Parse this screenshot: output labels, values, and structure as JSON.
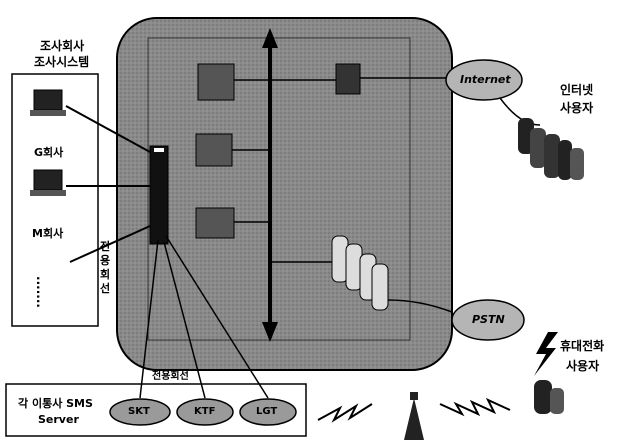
{
  "labels": {
    "survey_company_line1": "조사회사",
    "survey_company_line2": "조사시스템",
    "g_company": "G회사",
    "m_company": "M회사",
    "ellipsis": "·······",
    "dedicated_line_vertical": "전용회선",
    "dedicated_line_bottom": "전용회선",
    "internet_cloud": "Internet",
    "internet_users_line1": "인터넷",
    "internet_users_line2": "사용자",
    "pstn_cloud": "PSTN",
    "mobile_users_line1": "휴대전화",
    "mobile_users_line2": "사용자",
    "sms_server_line1": "각 이통사 SMS",
    "sms_server_line2": "Server",
    "carrier_skt": "SKT",
    "carrier_ktf": "KTF",
    "carrier_lgt": "LGT"
  },
  "colors": {
    "core_fill": "#8a8a8a",
    "button_fill": "#9a9a9a",
    "cloud_fill": "#b5b5b5",
    "line": "#000000"
  },
  "icons": [
    "computer-icon",
    "server-icon",
    "router-icon",
    "transmission-tower-icon",
    "lightning-icon",
    "user-cluster-icon",
    "mobile-user-icon"
  ]
}
